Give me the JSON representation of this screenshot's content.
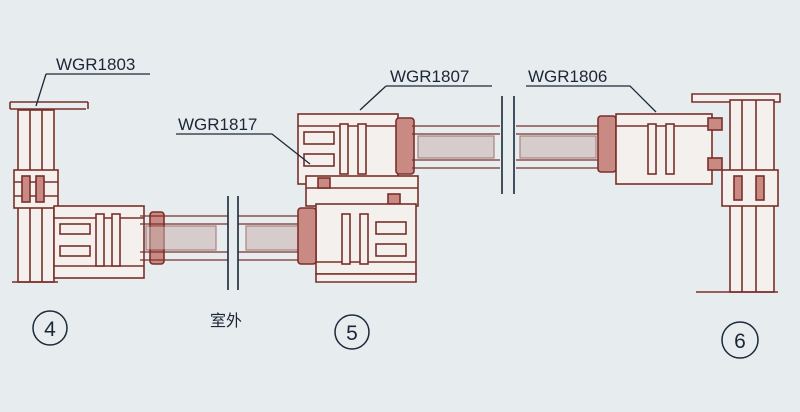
{
  "labels": {
    "part_1803": "WGR1803",
    "part_1807": "WGR1807",
    "part_1817": "WGR1817",
    "part_1806": "WGR1806",
    "outdoor": "室外"
  },
  "markers": {
    "m4": "4",
    "m5": "5",
    "m6": "6"
  },
  "colors": {
    "background": "#e7ecee",
    "profile_line": "#7a2f2a",
    "profile_fill": "#f3f0ee",
    "gasket": "#c98a84",
    "glass": "#c7b3af",
    "leader": "#1a2a3a",
    "text": "#1b2636"
  }
}
